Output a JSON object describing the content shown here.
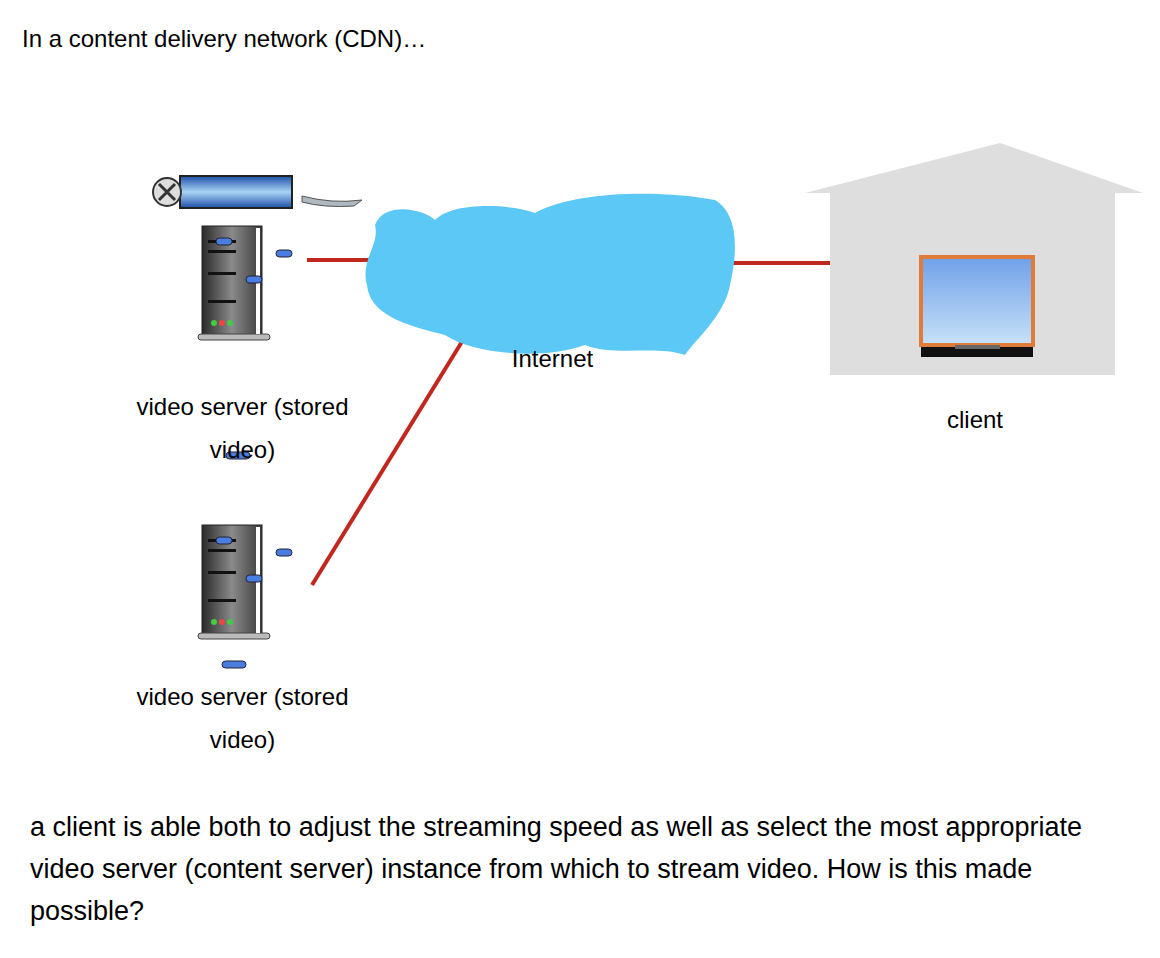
{
  "diagram": {
    "title": "In a content delivery network (CDN)…",
    "caption": "a client is able both to adjust the streaming speed as well as select the most appropriate video server (content server) instance from which to stream video. How is this made possible?",
    "nodes": [
      {
        "text": [
          "video server (stored video)"
        ]
      },
      {
        "text": [
          "Internet"
        ]
      },
      {
        "text": [
          "client"
        ]
      },
      {
        "text": [
          "video server (stored video)"
        ]
      }
    ],
    "edges": [
      {
        "from": 0,
        "to": 1,
        "arrow": "to"
      },
      {
        "from": 3,
        "to": 1,
        "arrow": "to"
      },
      {
        "from": 1,
        "to": 2,
        "arrow": "to"
      }
    ]
  }
}
